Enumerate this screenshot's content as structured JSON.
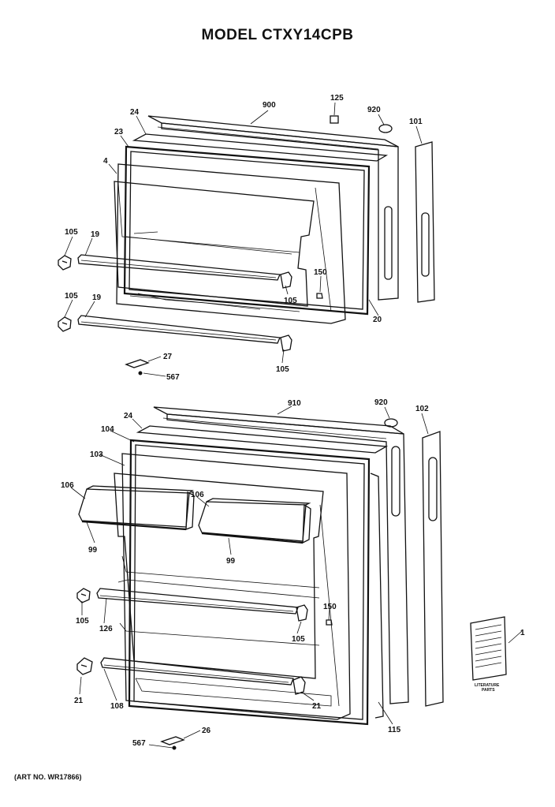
{
  "title": "MODEL CTXY14CPB",
  "art_number": "(ART NO. WR17866)",
  "literature_label": [
    "LITERATURE",
    "PARTS"
  ],
  "freezer_callouts": {
    "c900": "900",
    "c125": "125",
    "c920": "920",
    "c101": "101",
    "c24": "24",
    "c23": "23",
    "c4": "4",
    "c105a": "105",
    "c19a": "19",
    "c150": "150",
    "c105b": "105",
    "c20": "20",
    "c105c": "105",
    "c19b": "19",
    "c105d": "105",
    "c27": "27",
    "c567": "567"
  },
  "fresh_callouts": {
    "c910": "910",
    "c920": "920",
    "c102": "102",
    "c24": "24",
    "c104": "104",
    "c103": "103",
    "c106a": "106",
    "c106b": "106",
    "c99a": "99",
    "c99b": "99",
    "c105a": "105",
    "c126": "126",
    "c150": "150",
    "c105b": "105",
    "c21a": "21",
    "c108": "108",
    "c21b": "21",
    "c115": "115",
    "c1": "1",
    "c26": "26",
    "c567": "567"
  }
}
